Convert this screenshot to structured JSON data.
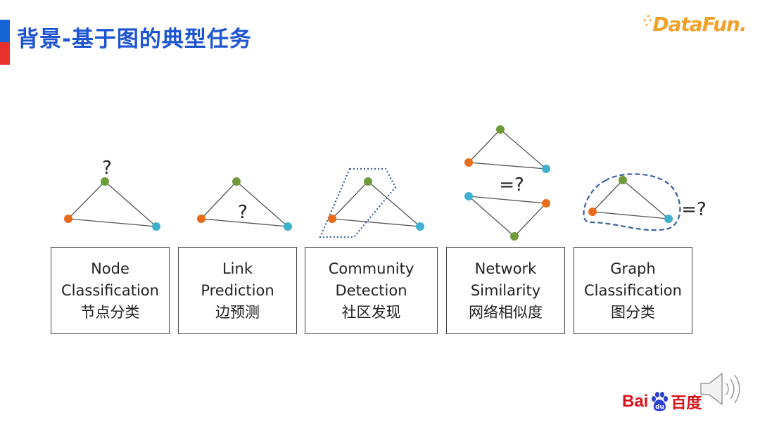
{
  "header": {
    "title": "背景-基于图的典型任务",
    "brand_logo": "DataFun.",
    "accent_colors": {
      "blue": "#1565d8",
      "red": "#e8302d"
    }
  },
  "tasks": [
    {
      "id": "node",
      "en_line1": "Node",
      "en_line2": "Classification",
      "cn": "节点分类",
      "annotation": "?"
    },
    {
      "id": "link",
      "en_line1": "Link",
      "en_line2": "Prediction",
      "cn": "边预测",
      "annotation": "?"
    },
    {
      "id": "community",
      "en_line1": "Community",
      "en_line2": "Detection",
      "cn": "社区发现",
      "annotation": ""
    },
    {
      "id": "network",
      "en_line1": "Network",
      "en_line2": "Similarity",
      "cn": "网络相似度",
      "annotation": "=?"
    },
    {
      "id": "graph",
      "en_line1": "Graph",
      "en_line2": "Classification",
      "cn": "图分类",
      "annotation": "=?"
    }
  ],
  "node_colors": {
    "green": "#6e9a3a",
    "orange": "#e86c1c",
    "cyan": "#3fb0cf",
    "edge": "#555555",
    "outline": "#3a5f9e"
  },
  "footer": {
    "baidu_latin": "Bai",
    "baidu_paw_text": "du",
    "baidu_cn": "百度",
    "speaker_icon": "speaker-icon"
  }
}
